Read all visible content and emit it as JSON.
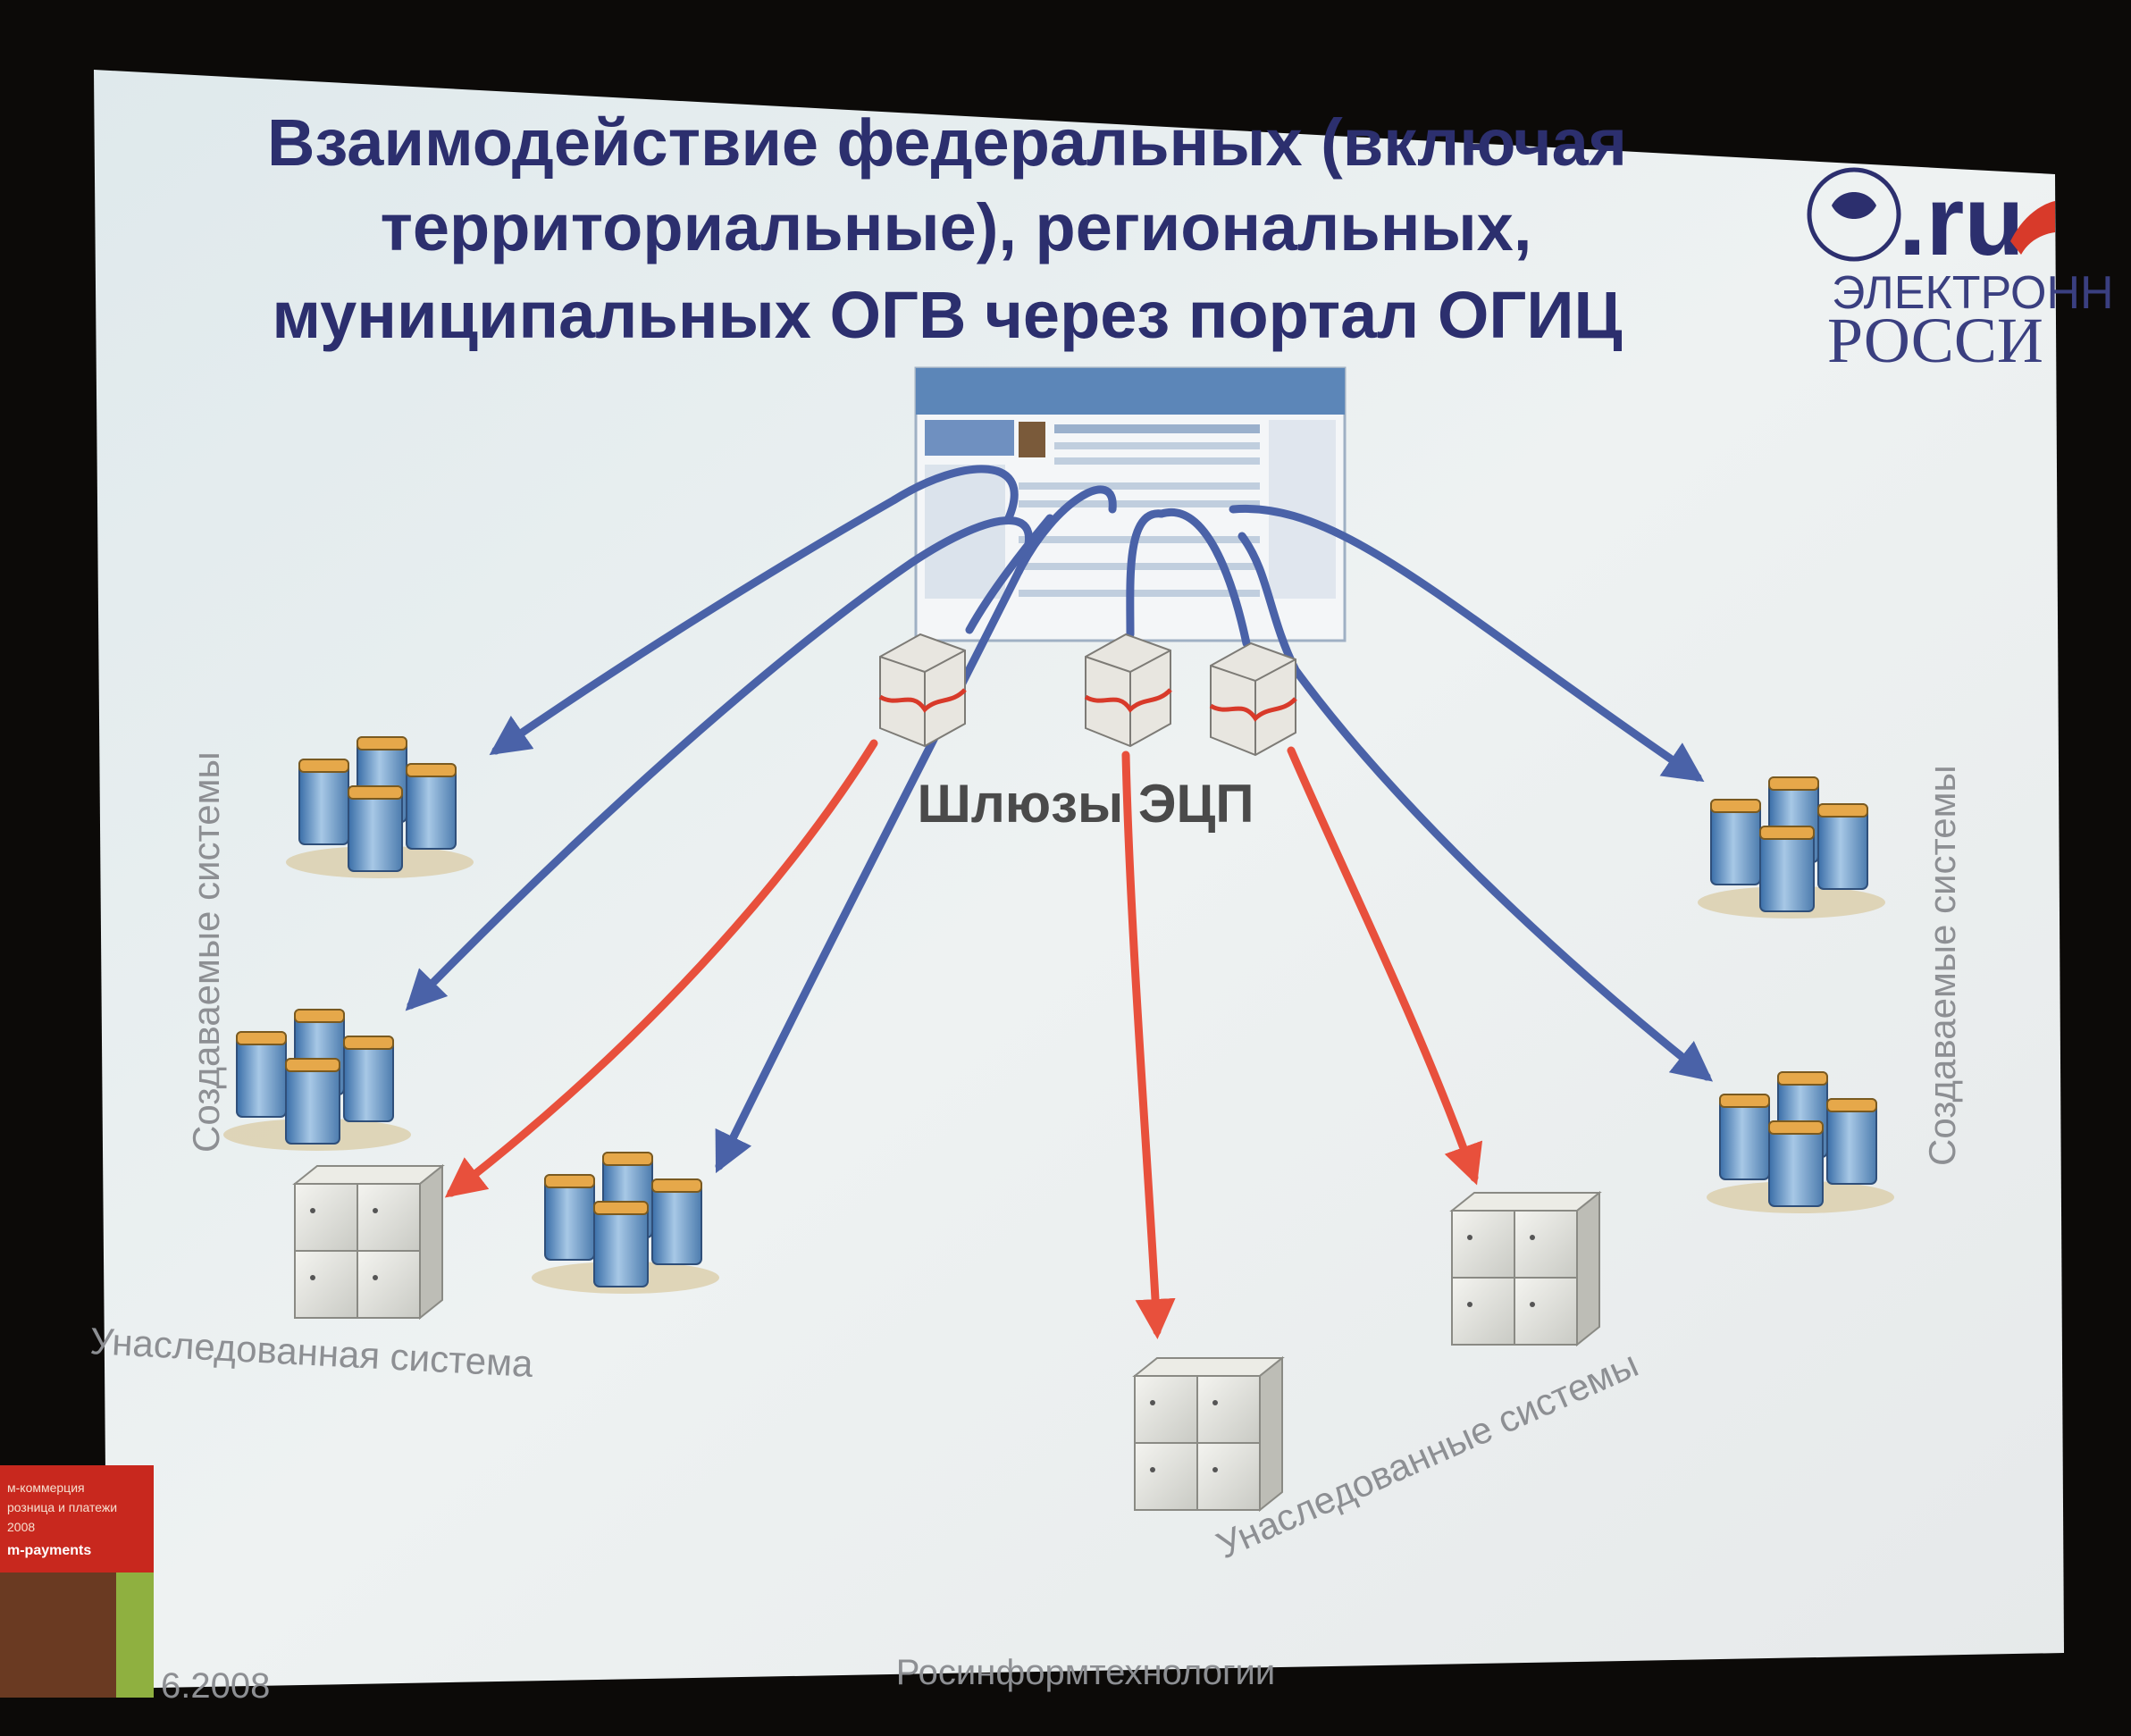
{
  "slide": {
    "title_lines": [
      "Взаимодействие федеральных (включая",
      "территориальные), региональных,",
      "муниципальных ОГВ через портал ОГИЦ"
    ],
    "logo": {
      "domain": ".ru",
      "line1": "ЭЛЕКТРОНН",
      "line2": "РОССИ"
    },
    "gateways_label": "Шлюзы ЭЦП",
    "left_side_label": "Создаваемые системы",
    "right_side_label": "Создаваемые системы",
    "legacy_single_label": "Унаследованная система",
    "legacy_plural_label": "Унаследованные системы",
    "footer_org": "Росинформтехнологии",
    "footer_date": "6.2008",
    "banner_lines": [
      "м-коммерция",
      "розница и платежи",
      "2008",
      "m-payments"
    ]
  },
  "colors": {
    "slide_bg": "#e9eff0",
    "title": "#2c2f6e",
    "blue_arrow": "#4a62a8",
    "red_arrow": "#e8503c",
    "label_gray": "#8d8f93",
    "banner_red": "#c8281e"
  },
  "icons": {
    "portal": "portal-screenshot-icon",
    "gateway": "gateway-server-icon",
    "new_system": "server-cluster-icon",
    "legacy_system": "legacy-server-icon"
  }
}
